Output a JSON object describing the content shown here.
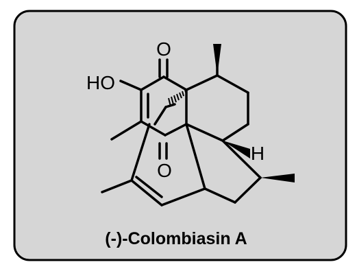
{
  "compound": {
    "name": "(-)-Colombiasin A"
  },
  "atom_labels": {
    "carbonyl_top": "O",
    "carbonyl_bottom": "O",
    "hydroxyl": "HO",
    "hydrogen": "H"
  },
  "colors": {
    "panel_fill": "#d6d6d6",
    "panel_stroke": "#000000",
    "bond": "#000000"
  }
}
